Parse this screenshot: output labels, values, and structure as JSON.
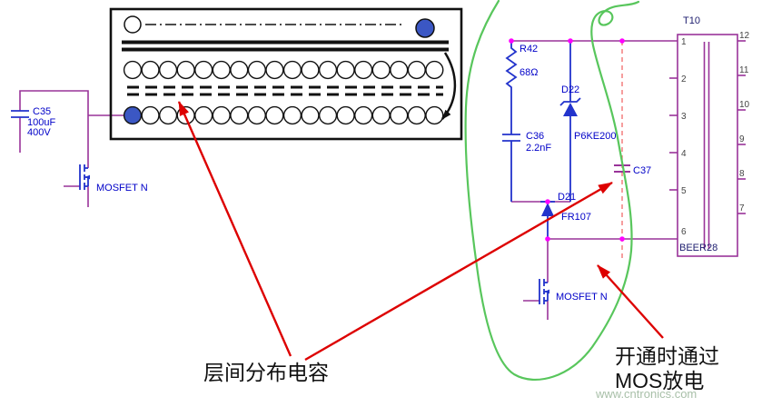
{
  "colors": {
    "wire": "#993399",
    "component": "#2233cc",
    "label_blue": "#0000c8",
    "junction_dot": "#ff00ff",
    "parasitic_dashed": "#f26a6a",
    "annotation_arrow": "#dd0000",
    "highlight_loop": "#58c65c",
    "winding_turn_fill": "#3b57c4",
    "watermark": "#a9c0a9"
  },
  "left_circuit": {
    "c35": {
      "ref": "C35",
      "value": "100uF",
      "voltage": "400V"
    },
    "mosfet": {
      "label": "MOSFET N"
    }
  },
  "snubber": {
    "r42": {
      "ref": "R42",
      "value": "68Ω"
    },
    "d22": {
      "ref": "D22",
      "part": "P6KE200"
    },
    "c36": {
      "ref": "C36",
      "value": "2.2nF"
    },
    "d21": {
      "ref": "D21",
      "part": "FR107"
    },
    "c37": {
      "ref": "C37"
    },
    "mosfet": {
      "label": "MOSFET N"
    }
  },
  "transformer": {
    "ref": "T10",
    "part": "BEER28",
    "pins_left": [
      "1",
      "2",
      "3",
      "4",
      "5",
      "6"
    ],
    "pins_right": [
      "12",
      "11",
      "10",
      "9",
      "8",
      "7"
    ]
  },
  "annotations": {
    "interlayer": "层间分布电容",
    "mos_line1": "开通时通过",
    "mos_line2": "MOS放电"
  },
  "watermark": "www.cntronics.com"
}
